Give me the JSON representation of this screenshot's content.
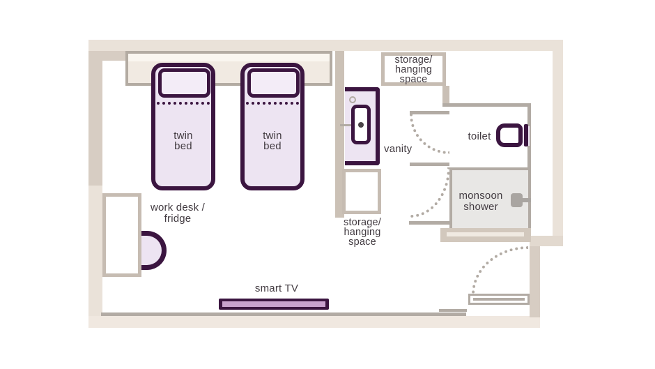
{
  "colors": {
    "purple": "#3B1540",
    "lavender": "#EDE4F2",
    "pillow": "#F3ECF7",
    "tv_screen": "#C9A2CE",
    "wall_beige": "#CBC1B6",
    "wall_dark": "#D7CDC3",
    "wall_light": "#EAE2D9",
    "wall_bottom": "#F0E8E0",
    "line_gray": "#B2ABA4",
    "shower_gray": "#E8E7E5",
    "headboard": "#F1EAE2",
    "text": "#423B41",
    "icon_gray": "#A9A5A1"
  },
  "labels": {
    "bed1": [
      "twin",
      "bed"
    ],
    "bed2": [
      "twin",
      "bed"
    ],
    "desk": [
      "work desk /",
      "fridge"
    ],
    "tv": [
      "smart TV"
    ],
    "storage_top": [
      "storage/",
      "hanging",
      "space"
    ],
    "storage_bottom": [
      "storage/",
      "hanging",
      "space"
    ],
    "vanity": [
      "vanity"
    ],
    "toilet": [
      "toilet"
    ],
    "shower": [
      "monsoon",
      "shower"
    ]
  },
  "icons": {
    "faucet": "faucet-dot",
    "drain": "drain-circle",
    "shower_head": "shower-head-icon",
    "door_swings": "dotted-arc"
  }
}
